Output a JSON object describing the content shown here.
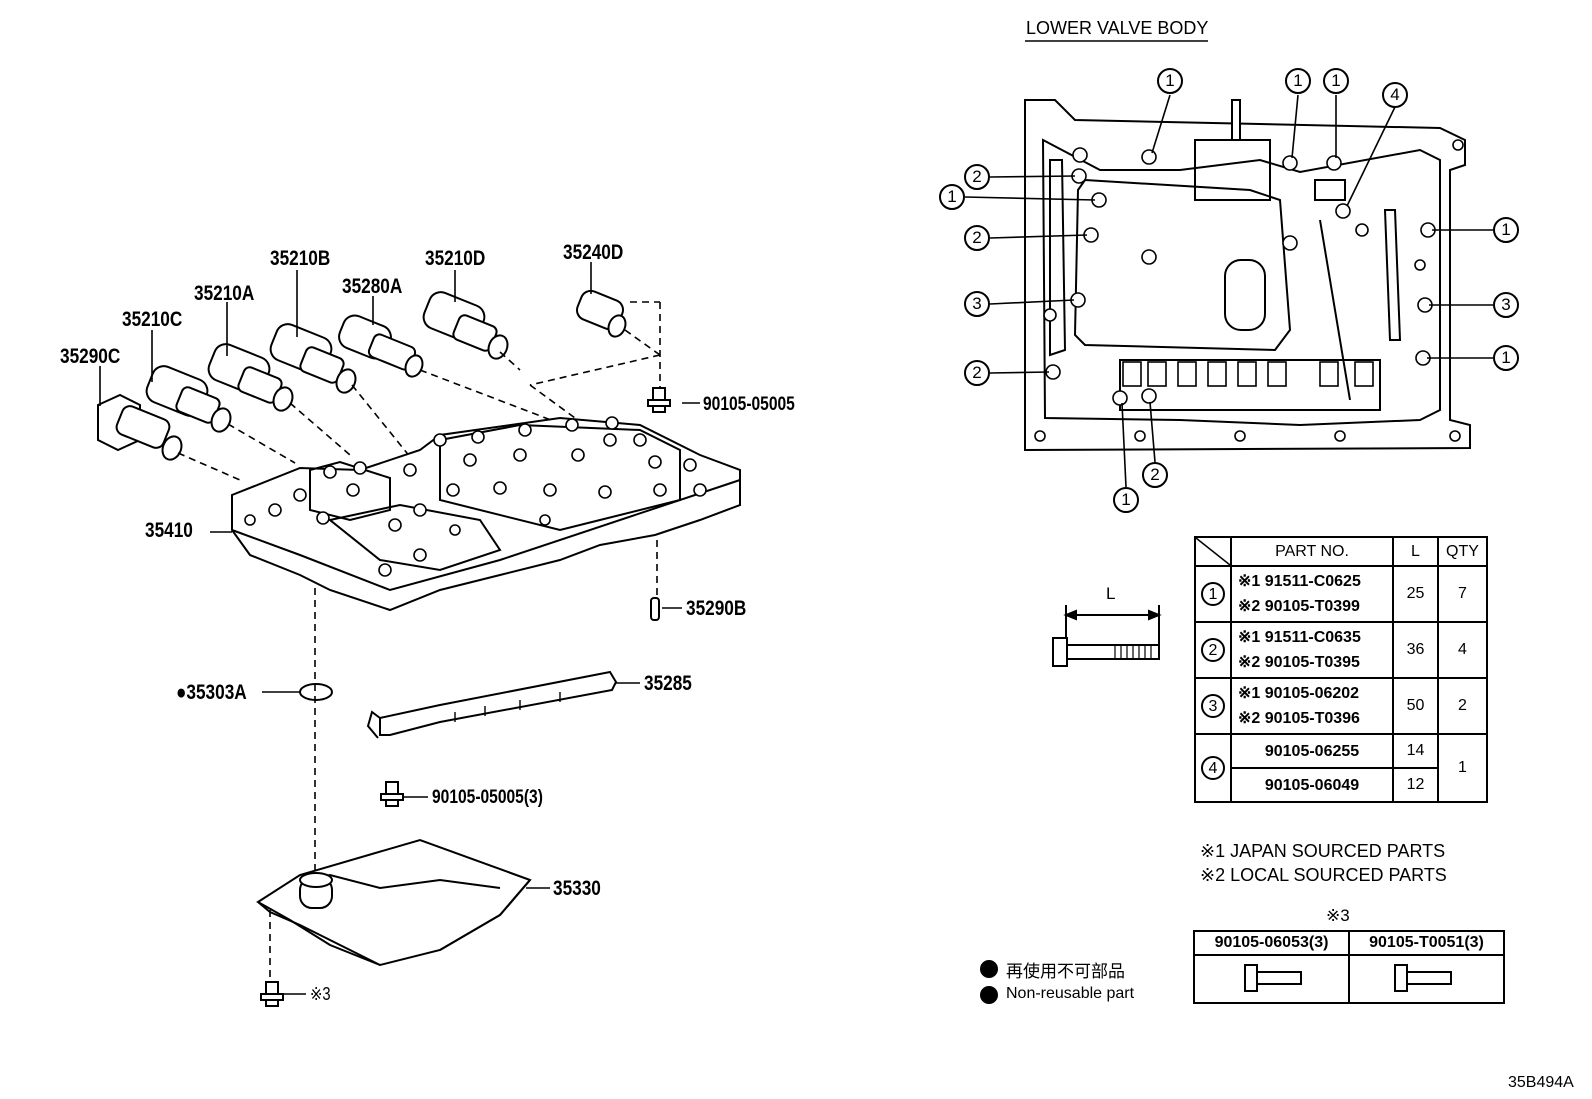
{
  "diagram": {
    "section_title": "LOWER VALVE BODY",
    "figure_code": "35B494A",
    "part_labels": {
      "p35290C": "35290C",
      "p35210C": "35210C",
      "p35210A": "35210A",
      "p35210B": "35210B",
      "p35280A": "35280A",
      "p35210D": "35210D",
      "p35240D": "35240D",
      "p90105_05005": "90105-05005",
      "p35410": "35410",
      "p35290B": "35290B",
      "p35303A": "●35303A",
      "p35285": "35285",
      "p90105_05005_3": "90105-05005(3)",
      "p35330": "35330",
      "p_ref3": "※3"
    },
    "callouts": {
      "c1": "1",
      "c2": "2",
      "c3": "3",
      "c4": "4"
    },
    "dimension_label": "L",
    "parts_table": {
      "headers": {
        "part_no": "PART NO.",
        "l": "L",
        "qty": "QTY"
      },
      "rows": [
        {
          "ref": "1",
          "parts": [
            "※1  91511-C0625",
            "※2  90105-T0399"
          ],
          "l": "25",
          "qty": "7"
        },
        {
          "ref": "2",
          "parts": [
            "※1  91511-C0635",
            "※2  90105-T0395"
          ],
          "l": "36",
          "qty": "4"
        },
        {
          "ref": "3",
          "parts": [
            "※1  90105-06202",
            "※2  90105-T0396"
          ],
          "l": "50",
          "qty": "2"
        },
        {
          "ref": "4",
          "parts": [
            "90105-06255",
            "90105-06049"
          ],
          "l": [
            "14",
            "12"
          ],
          "qty": "1"
        }
      ]
    },
    "notes": {
      "note1": "※1 JAPAN SOURCED PARTS",
      "note2": "※2 LOCAL SOURCED PARTS"
    },
    "bolt_table": {
      "heading": "※3",
      "cols": [
        "90105-06053(3)",
        "90105-T0051(3)"
      ]
    },
    "legend": {
      "jp": "再使用不可部品",
      "en": "Non-reusable part"
    }
  }
}
